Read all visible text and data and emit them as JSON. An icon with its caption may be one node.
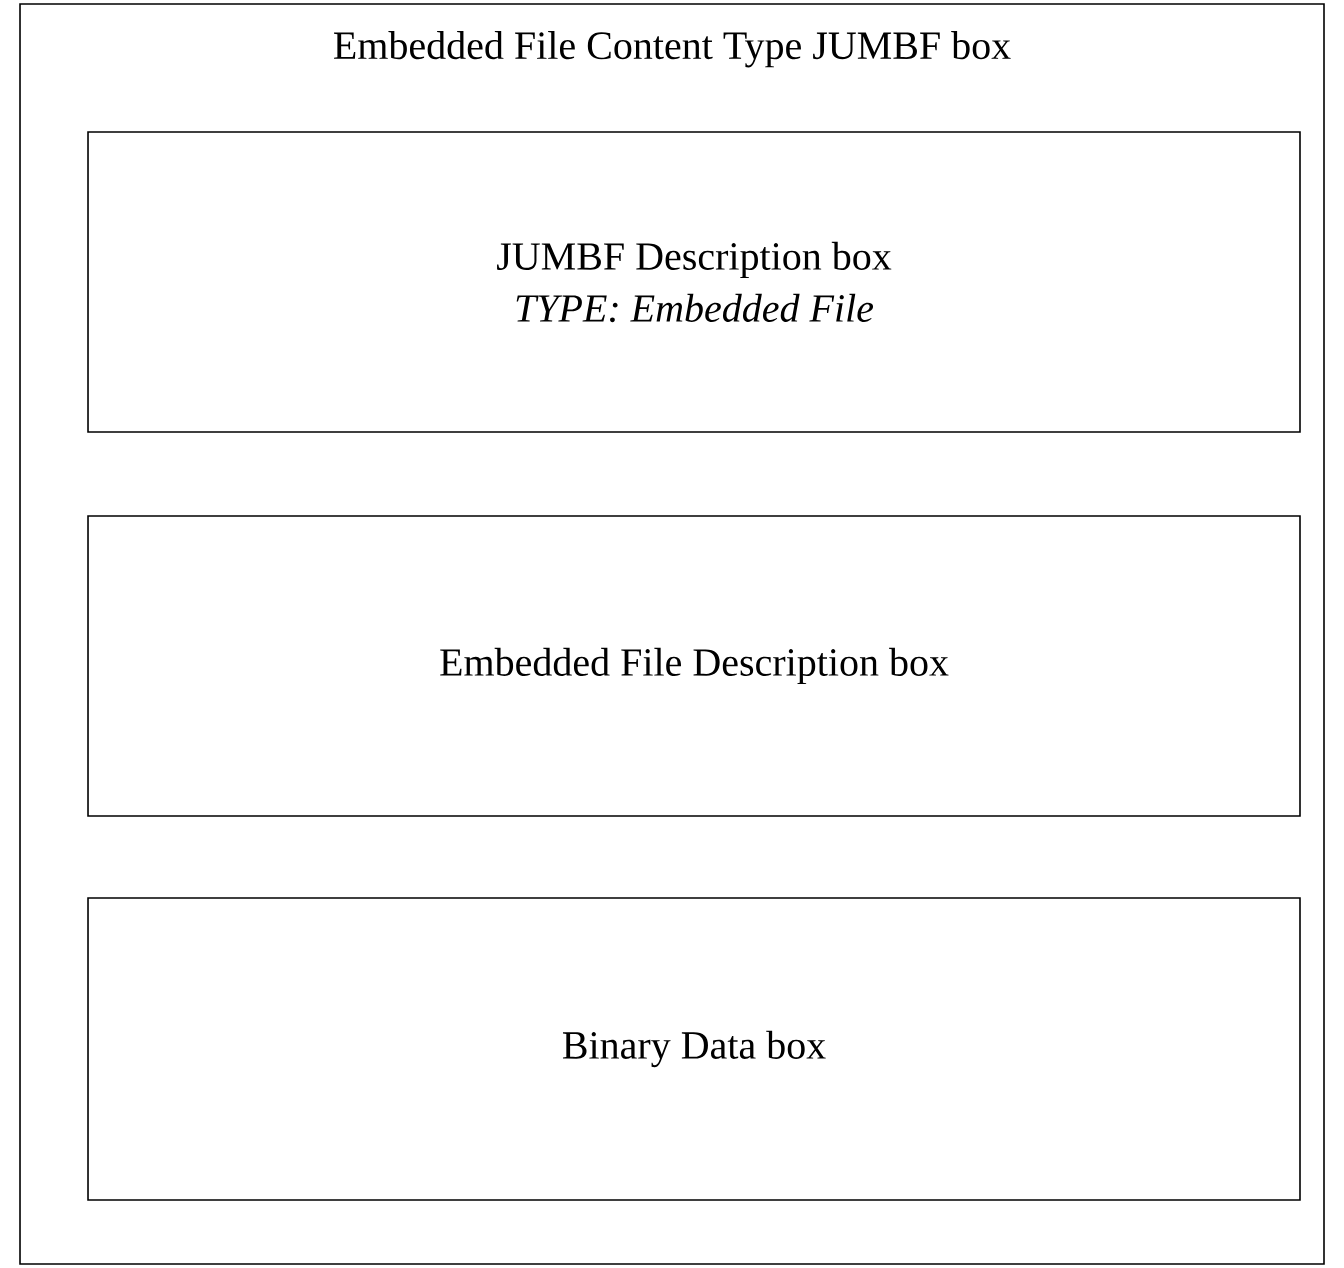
{
  "diagram": {
    "nodes": [
      {
        "text": [
          "Embedded File Content Type JUMBF box"
        ]
      },
      {
        "text": [
          "JUMBF Description box",
          "TYPE: Embedded File"
        ],
        "in": 0
      },
      {
        "text": [
          "Embedded File Description box"
        ],
        "in": 0
      },
      {
        "text": [
          "Binary Data box"
        ],
        "in": 0
      }
    ]
  }
}
